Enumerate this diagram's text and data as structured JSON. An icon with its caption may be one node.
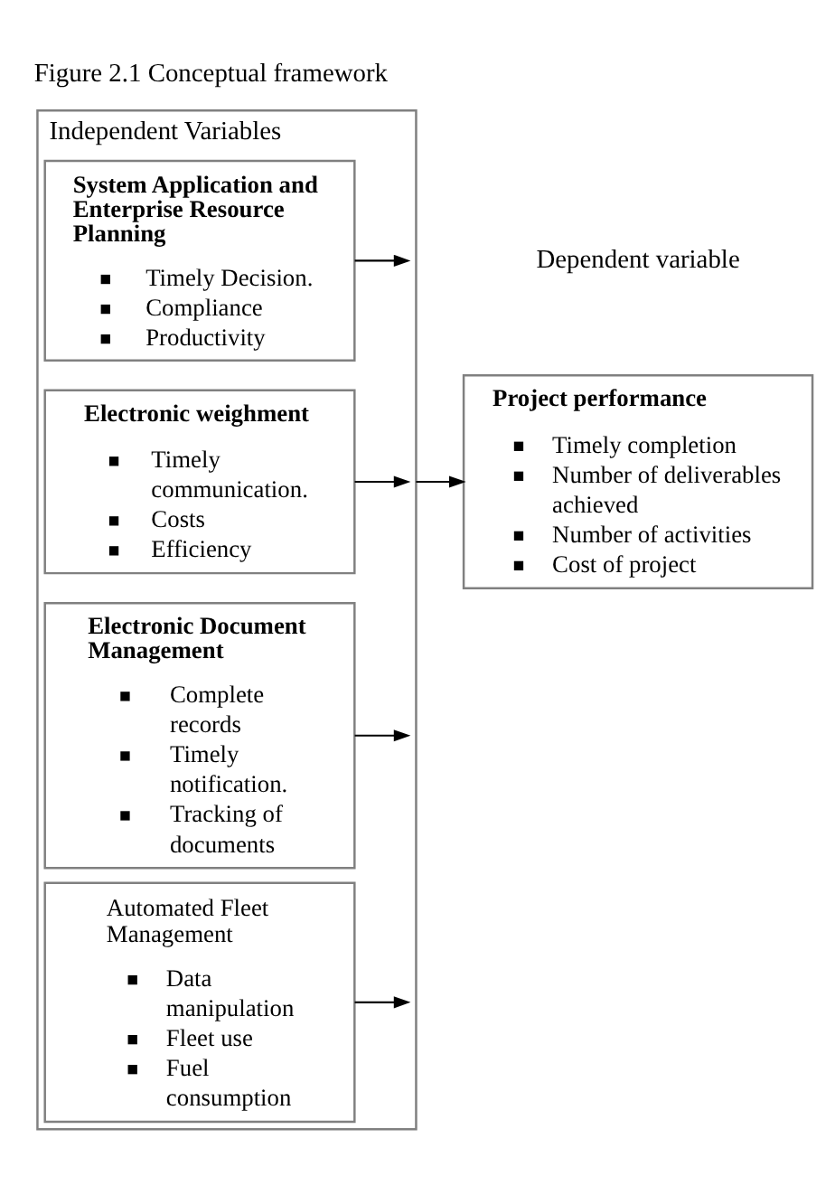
{
  "diagram": {
    "title": "Figure 2.1 Conceptual framework",
    "nodes": [
      {
        "text": [
          "Independent Variables"
        ]
      },
      {
        "text": [
          "System Application and Enterprise Resource Planning",
          "Timely Decision.",
          "Compliance",
          "Productivity"
        ],
        "in": 0
      },
      {
        "text": [
          "Electronic weighment",
          "Timely communication.",
          "Costs",
          "Efficiency"
        ],
        "in": 0
      },
      {
        "text": [
          "Electronic Document Management",
          "Complete records",
          "Timely notification.",
          "Tracking of documents"
        ],
        "in": 0
      },
      {
        "text": [
          "Automated Fleet Management",
          "Data manipulation",
          "Fleet use",
          "Fuel consumption"
        ],
        "in": 0
      },
      {
        "text": [
          "Project performance",
          "Timely completion",
          "Number of deliverables achieved",
          "Number of activities",
          "Cost of project"
        ]
      }
    ],
    "edges": [
      {
        "from": 1,
        "to": 0,
        "arrow": "to"
      },
      {
        "from": 2,
        "to": 0,
        "arrow": "to"
      },
      {
        "from": 3,
        "to": 0,
        "arrow": "to"
      },
      {
        "from": 4,
        "to": 0,
        "arrow": "to"
      },
      {
        "from": 0,
        "to": 5,
        "arrow": "to"
      }
    ],
    "labels": [
      "Dependent variable"
    ]
  }
}
